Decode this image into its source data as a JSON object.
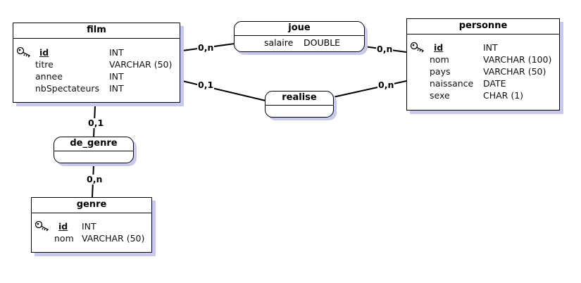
{
  "entities": {
    "film": {
      "title": "film",
      "attributes": [
        {
          "name": "id",
          "type": "INT",
          "key": true
        },
        {
          "name": "titre",
          "type": "VARCHAR (50)"
        },
        {
          "name": "annee",
          "type": "INT"
        },
        {
          "name": "nbSpectateurs",
          "type": "INT"
        }
      ]
    },
    "personne": {
      "title": "personne",
      "attributes": [
        {
          "name": "id",
          "type": "INT",
          "key": true
        },
        {
          "name": "nom",
          "type": "VARCHAR (100)"
        },
        {
          "name": "pays",
          "type": "VARCHAR (50)"
        },
        {
          "name": "naissance",
          "type": "DATE"
        },
        {
          "name": "sexe",
          "type": "CHAR (1)"
        }
      ]
    },
    "genre": {
      "title": "genre",
      "attributes": [
        {
          "name": "id",
          "type": "INT",
          "key": true
        },
        {
          "name": "nom",
          "type": "VARCHAR (50)"
        }
      ]
    }
  },
  "associations": {
    "joue": {
      "title": "joue",
      "attribute": {
        "name": "salaire",
        "type": "DOUBLE"
      }
    },
    "realise": {
      "title": "realise"
    },
    "de_genre": {
      "title": "de_genre"
    }
  },
  "cardinalities": {
    "film_joue": "0,n",
    "personne_joue": "0,n",
    "film_realise": "0,1",
    "personne_realise": "0,n",
    "film_de_genre": "0,1",
    "genre_de_genre": "0,n"
  },
  "colors": {
    "shadow": "#c9c9ee",
    "stroke": "#000000"
  },
  "icons": {
    "primary_key": "key-icon"
  }
}
